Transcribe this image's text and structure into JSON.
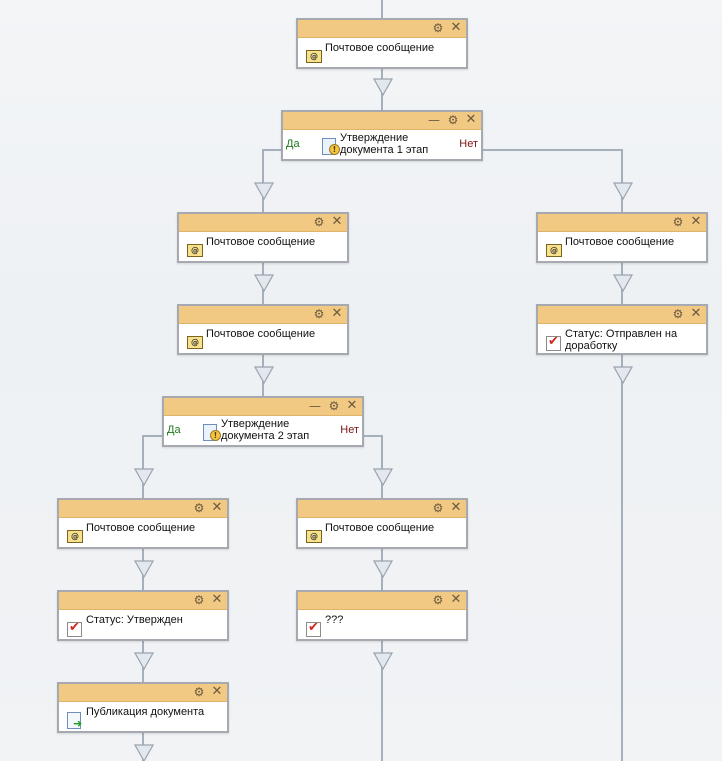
{
  "blocks": {
    "mail_1": {
      "title": "Почтовое сообщение"
    },
    "approval_1": {
      "title_line1": "Утверждение",
      "title_line2": "документа 1 этап",
      "yes_label": "Да",
      "no_label": "Нет"
    },
    "mail_yes_1": {
      "title": "Почтовое сообщение"
    },
    "mail_yes_2": {
      "title": "Почтовое сообщение"
    },
    "mail_no_1": {
      "title": "Почтовое сообщение"
    },
    "status_no_1": {
      "title_line1": "Статус: Отправлен на",
      "title_line2": "доработку"
    },
    "approval_2": {
      "title_line1": "Утверждение",
      "title_line2": "документа 2 этап",
      "yes_label": "Да",
      "no_label": "Нет"
    },
    "mail_yes_3": {
      "title": "Почтовое сообщение"
    },
    "status_approved": {
      "title": "Статус: Утвержден"
    },
    "publish": {
      "title": "Публикация документа"
    },
    "mail_no_2": {
      "title": "Почтовое сообщение"
    },
    "status_unknown": {
      "title": "???"
    }
  },
  "icons": {
    "gear": "⚙",
    "close": "✕",
    "minimize": "—",
    "mail_glyph": "@"
  },
  "colors": {
    "header": "#f1c983",
    "border": "#a6aab0",
    "connector": "#a6b0bc",
    "yes": "#1f7a1f",
    "no": "#7a1616"
  }
}
